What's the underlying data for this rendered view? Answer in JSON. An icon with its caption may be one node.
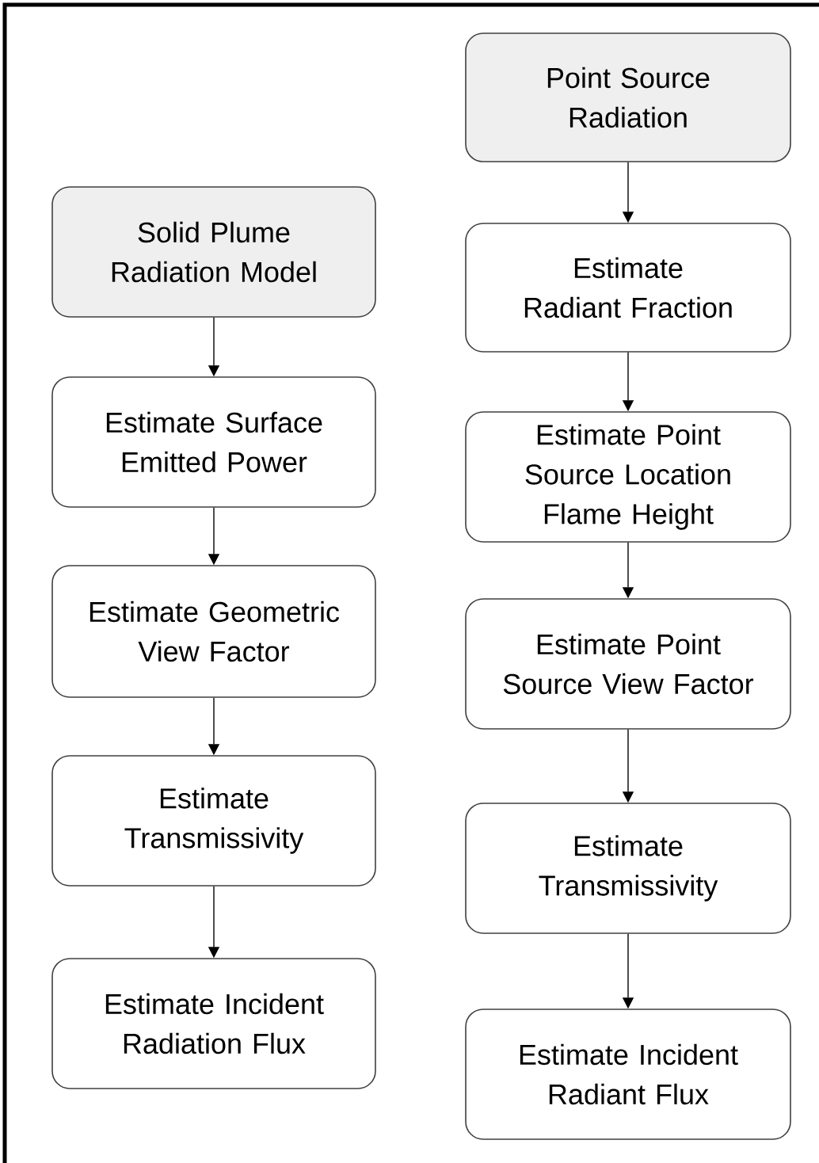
{
  "diagram": {
    "nodes": [
      {
        "text": [
          "Solid Plume Radiation Model"
        ]
      },
      {
        "text": [
          "Estimate Surface Emitted Power"
        ]
      },
      {
        "text": [
          "Estimate Geometric View Factor"
        ]
      },
      {
        "text": [
          "Estimate Transmissivity"
        ]
      },
      {
        "text": [
          "Estimate Incident Radiation Flux"
        ]
      },
      {
        "text": [
          "Point Source Radiation"
        ]
      },
      {
        "text": [
          "Estimate Radiant Fraction"
        ]
      },
      {
        "text": [
          "Estimate Point Source Location Flame Height"
        ]
      },
      {
        "text": [
          "Estimate Point Source View Factor"
        ]
      },
      {
        "text": [
          "Estimate Transmissivity"
        ]
      },
      {
        "text": [
          "Estimate Incident Radiant Flux"
        ]
      }
    ],
    "edges": [
      {
        "from": 0,
        "to": 1,
        "arrow": "to"
      },
      {
        "from": 1,
        "to": 2,
        "arrow": "to"
      },
      {
        "from": 2,
        "to": 3,
        "arrow": "to"
      },
      {
        "from": 3,
        "to": 4,
        "arrow": "to"
      },
      {
        "from": 5,
        "to": 6,
        "arrow": "to"
      },
      {
        "from": 6,
        "to": 7,
        "arrow": "to"
      },
      {
        "from": 7,
        "to": 8,
        "arrow": "to"
      },
      {
        "from": 8,
        "to": 9,
        "arrow": "to"
      },
      {
        "from": 9,
        "to": 10,
        "arrow": "to"
      }
    ]
  }
}
